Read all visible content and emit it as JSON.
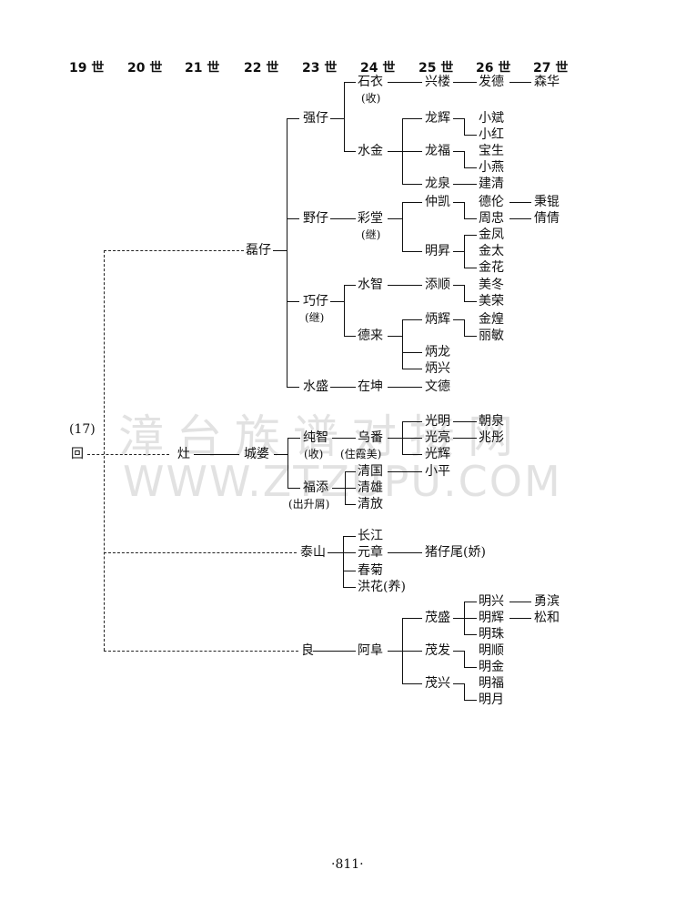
{
  "generations": [
    "19 世",
    "20 世",
    "21 世",
    "22 世",
    "23 世",
    "24 世",
    "25 世",
    "26 世",
    "27 世"
  ],
  "nodes": {
    "root_num": "(17)",
    "root": "回",
    "zao": "灶",
    "chengpo": "城婆",
    "leizai": "磊仔",
    "qiangzai": "强仔",
    "shiyi": "石衣",
    "shiyi_note": "(收)",
    "xinglou": "兴楼",
    "fade": "发德",
    "senhua": "森华",
    "shuijin": "水金",
    "longhui": "龙辉",
    "xiaobin": "小斌",
    "xiaohong": "小红",
    "longfu": "龙福",
    "baosheng": "宝生",
    "xiaoyan": "小燕",
    "longquan": "龙泉",
    "jianqing": "建清",
    "yezai": "野仔",
    "caitang": "彩堂",
    "caitang_note": "(继)",
    "zhongkai": "仲凯",
    "delun": "德伦",
    "bingkun": "秉锟",
    "zhouzhong": "周忠",
    "qianqian": "倩倩",
    "mingsheng": "明昇",
    "jinfeng": "金凤",
    "jintai": "金太",
    "jinhua": "金花",
    "qiaozai": "巧仔",
    "qiaozai_note": "(继)",
    "shuizhi": "水智",
    "tianshun": "添顺",
    "meidong": "美冬",
    "meirong": "美荣",
    "delai": "德来",
    "binghui": "炳辉",
    "jinhuang": "金煌",
    "limin": "丽敏",
    "binglong": "炳龙",
    "bingxing": "炳兴",
    "shuisheng": "水盛",
    "zaikun": "在坤",
    "símde": "文德",
    "chunzhi": "纯智",
    "chunzhi_note": "(收)",
    "wufan": "乌番",
    "wufan_note": "(住霞美)",
    "guangming": "光明",
    "chaoquan": "朝泉",
    "guangliang": "光亮",
    "zhaotong": "兆彤",
    "guanghui": "光辉",
    "xiaoping": "小平",
    "futian": "福添",
    "futian_note": "(出升屑)",
    "qingguo": "清国",
    "qingxiong": "清雄",
    "qingfang": "清放",
    "taishan": "泰山",
    "changjiang": "长江",
    "yuanzhang": "元章",
    "zhuzaiwei": "猪仔尾(娇)",
    "chunju": "春菊",
    "honghua": "洪花(养)",
    "liang": "良",
    "afu": "阿阜",
    "maosheng": "茂盛",
    "mingxing": "明兴",
    "yongbin": "勇滨",
    "minghui2": "明辉",
    "songhe": "松和",
    "mingzhu": "明珠",
    "maofa": "茂发",
    "mingshun": "明顺",
    "mingjin": "明金",
    "maoxing": "茂兴",
    "mingfu": "明福",
    "mingyue": "明月"
  },
  "watermark": {
    "line1": "漳台族谱对接网",
    "line2": "WWW.ZTZUPU.COM"
  },
  "page_number": "·811·"
}
